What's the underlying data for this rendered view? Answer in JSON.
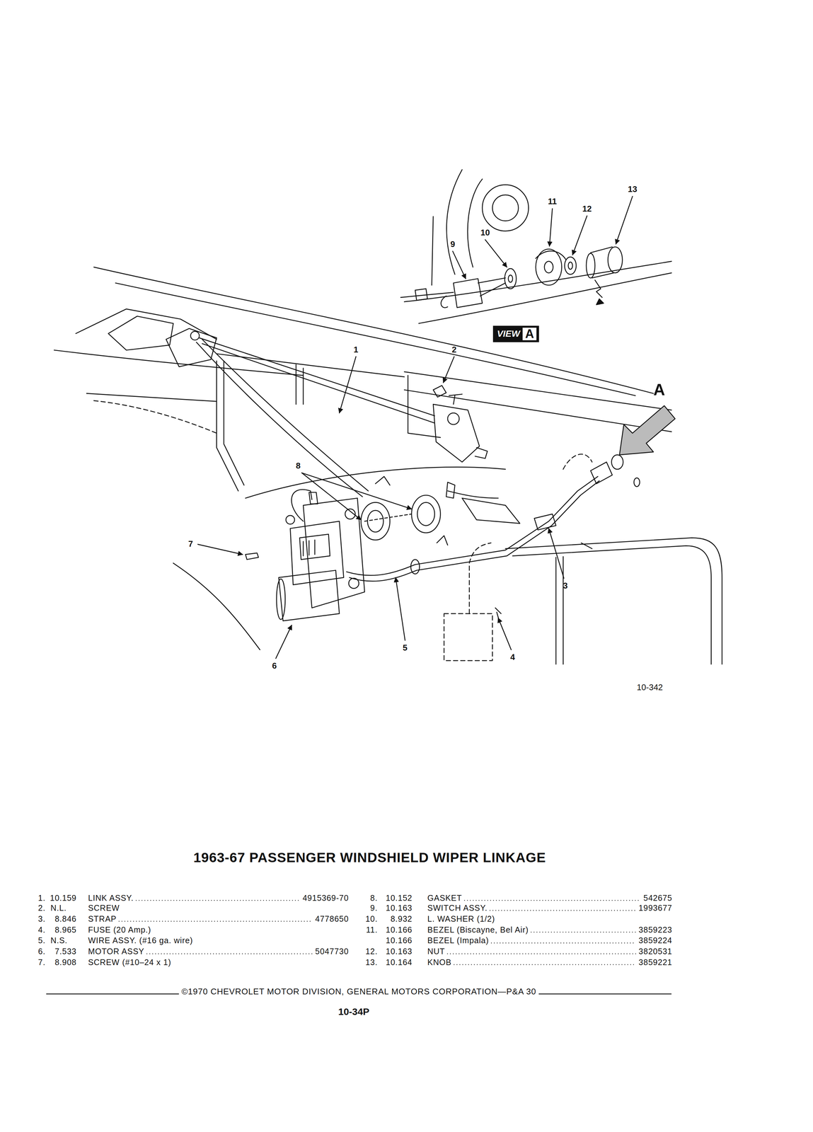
{
  "diagram": {
    "title": "1963-67 PASSENGER WINDSHIELD WIPER LINKAGE",
    "nodes": [
      {
        "text": [
          "VIEW",
          "A"
        ]
      }
    ],
    "labels": [
      "13",
      "11",
      "12",
      "10",
      "9",
      "1",
      "2",
      "A",
      "8",
      "7",
      "3",
      "5",
      "4",
      "6",
      "10-342",
      "1.",
      "10.159",
      "LINK ASSY.",
      "4915369-70",
      "2.",
      "N.L.",
      "SCREW",
      "3.",
      "8.846",
      "STRAP",
      "4778650",
      "4.",
      "8.965",
      "FUSE (20 Amp.)",
      "5.",
      "N.S.",
      "WIRE ASSY. (#16 ga. wire)",
      "6.",
      "7.533",
      "MOTOR ASSY",
      "5047730",
      "7.",
      "8.908",
      "SCREW (#10–24 x 1)",
      "8.",
      "10.152",
      "GASKET",
      "542675",
      "9.",
      "10.163",
      "SWITCH ASSY.",
      "1993677",
      "10.",
      "8.932",
      "L. WASHER (1/2)",
      "11.",
      "10.166",
      "BEZEL (Biscayne, Bel Air)",
      "3859223",
      "10.166",
      "BEZEL (Impala)",
      "3859224",
      "12.",
      "10.163",
      "NUT",
      "3820531",
      "13.",
      "10.164",
      "KNOB",
      "3859221",
      "©1970 CHEVROLET MOTOR DIVISION, GENERAL MOTORS CORPORATION—P&A 30",
      "10-34P"
    ]
  }
}
